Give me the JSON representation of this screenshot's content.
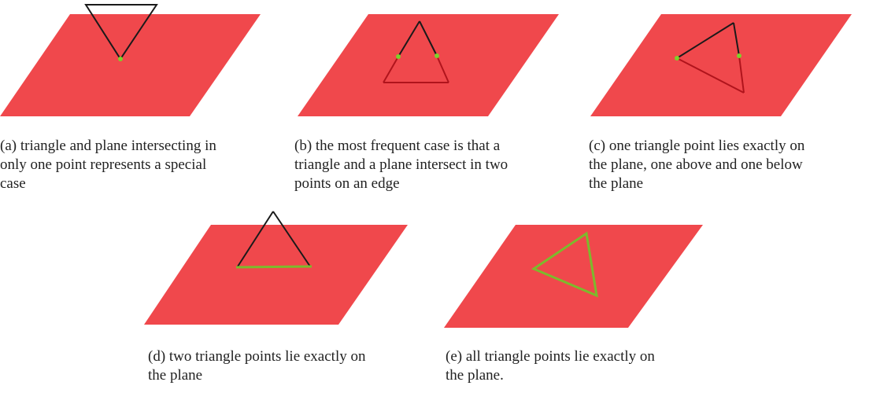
{
  "figure": {
    "subfigures": [
      {
        "id": "a",
        "caption_lines": [
          "(a) triangle and plane intersecting in",
          "only one point represents a special",
          "case"
        ],
        "scene": "single-vertex-touch"
      },
      {
        "id": "b",
        "caption_lines": [
          "(b) the most frequent case is that a",
          "triangle and a plane intersect in two",
          "points on an edge"
        ],
        "scene": "two-edge-intersection"
      },
      {
        "id": "c",
        "caption_lines": [
          "(c) one triangle point lies exactly on",
          "the plane, one above and one below",
          "the plane"
        ],
        "scene": "vertex-on-plane-split"
      },
      {
        "id": "d",
        "caption_lines": [
          "(d) two triangle points lie exactly on",
          "the plane"
        ],
        "scene": "edge-on-plane"
      },
      {
        "id": "e",
        "caption_lines": [
          "(e) all triangle points lie exactly on",
          "the plane."
        ],
        "scene": "triangle-in-plane"
      }
    ],
    "colors": {
      "plane": "#f0484c",
      "edge_above": "#1a1a1a",
      "edge_below": "#b0141c",
      "edge_on_plane": "#7dba2c",
      "intersection_point": "#7dd12a"
    }
  }
}
